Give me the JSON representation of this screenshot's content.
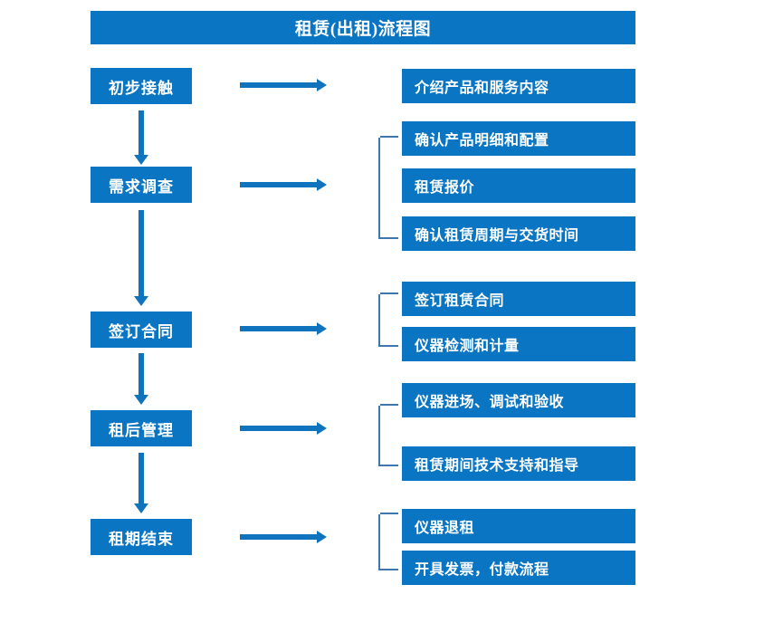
{
  "title": "租赁(出租)流程图",
  "colors": {
    "box_blue": "#0a75c2",
    "arrow_blue": "#1073bd",
    "bracket_blue": "#3d77ad",
    "text_white": "#ffffff",
    "background": "#ffffff"
  },
  "stages": [
    {
      "id": "stage-1",
      "label": "初步接触"
    },
    {
      "id": "stage-2",
      "label": "需求调查"
    },
    {
      "id": "stage-3",
      "label": "签订合同"
    },
    {
      "id": "stage-4",
      "label": "租后管理"
    },
    {
      "id": "stage-5",
      "label": "租期结束"
    }
  ],
  "details": [
    {
      "id": "detail-1-1",
      "label": "介绍产品和服务内容"
    },
    {
      "id": "detail-2-1",
      "label": "确认产品明细和配置"
    },
    {
      "id": "detail-2-2",
      "label": "租赁报价"
    },
    {
      "id": "detail-2-3",
      "label": "确认租赁周期与交货时间"
    },
    {
      "id": "detail-3-1",
      "label": "签订租赁合同"
    },
    {
      "id": "detail-3-2",
      "label": "仪器检测和计量"
    },
    {
      "id": "detail-4-1",
      "label": "仪器进场、调试和验收"
    },
    {
      "id": "detail-4-2",
      "label": "租赁期间技术支持和指导"
    },
    {
      "id": "detail-5-1",
      "label": "仪器退租"
    },
    {
      "id": "detail-5-2",
      "label": "开具发票，付款流程"
    }
  ],
  "connectors": {
    "down_arrow_name": "down-arrow-icon",
    "right_arrow_name": "right-arrow-icon",
    "bracket_name": "group-bracket"
  }
}
